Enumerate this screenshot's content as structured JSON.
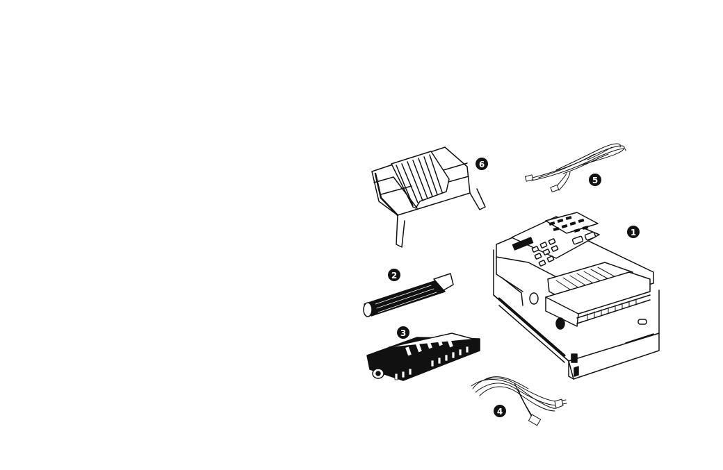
{
  "items": [
    {
      "id": "fax-machine",
      "callout": "1"
    },
    {
      "id": "toner-cartridge",
      "callout": "2"
    },
    {
      "id": "image-drum",
      "callout": "3"
    },
    {
      "id": "power-cord",
      "callout": "4"
    },
    {
      "id": "telephone-cord",
      "callout": "5"
    },
    {
      "id": "document-tray",
      "callout": "6"
    }
  ],
  "colors": {
    "ink": "#111111",
    "paper": "#ffffff",
    "shade": "#555555"
  }
}
